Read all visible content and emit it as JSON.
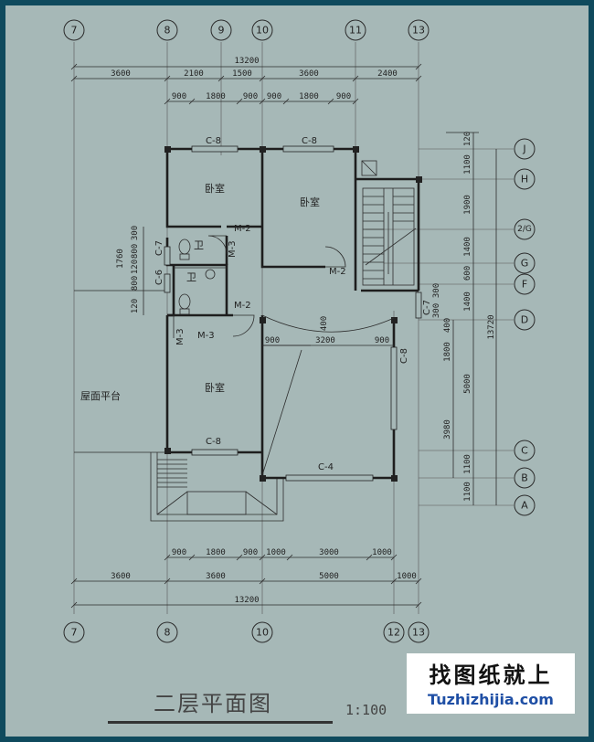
{
  "title": "二层平面图",
  "scale": "1:100",
  "watermark": {
    "chinese": "找图纸就上",
    "url": "Tuzhizhijia.com"
  },
  "axes_top": [
    "7",
    "8",
    "9",
    "10",
    "11",
    "13"
  ],
  "axes_bottom": [
    "7",
    "8",
    "10",
    "12",
    "13"
  ],
  "axes_right": [
    "J",
    "H",
    "2/G",
    "G",
    "F",
    "D",
    "C",
    "B",
    "A"
  ],
  "dims": {
    "top_total": "13200",
    "top_row1": [
      "3600",
      "2100",
      "1500",
      "3600",
      "2400"
    ],
    "top_row2": [
      "900",
      "1800",
      "900",
      "900",
      "1800",
      "900"
    ],
    "bottom_row1": [
      "900",
      "1800",
      "900",
      "1000",
      "3000",
      "1000"
    ],
    "bottom_row2": [
      "3600",
      "3600",
      "5000",
      "1000"
    ],
    "bottom_total": "13200",
    "right_row1": [
      "120",
      "1100",
      "1900",
      "1400",
      "600",
      "1400",
      "1800",
      "5000",
      "1100",
      "1100"
    ],
    "right_row2": [
      "3980"
    ],
    "right_total": "13720",
    "right_small": [
      "400",
      "300",
      "300",
      "400"
    ],
    "left_small": [
      "300",
      "1760",
      "800",
      "120",
      "800",
      "120"
    ],
    "interior": [
      "900",
      "3200",
      "900",
      "400"
    ]
  },
  "labels": {
    "windows": [
      "C-8",
      "C-8",
      "C-7",
      "C-6",
      "C-7",
      "C-8",
      "C-8",
      "C-4"
    ],
    "doors": [
      "M-2",
      "M-3",
      "M-2",
      "M-2",
      "M-3",
      "M-3"
    ],
    "rooms": [
      "卧室",
      "卧室",
      "卧室",
      "屋面平台"
    ],
    "wc": [
      "卫",
      "卫"
    ]
  },
  "colors": {
    "paper": "#a6b8b7",
    "frame": "#0f4a5d",
    "line": "#1e1e1e",
    "logo_blue": "#1f4fa5"
  }
}
